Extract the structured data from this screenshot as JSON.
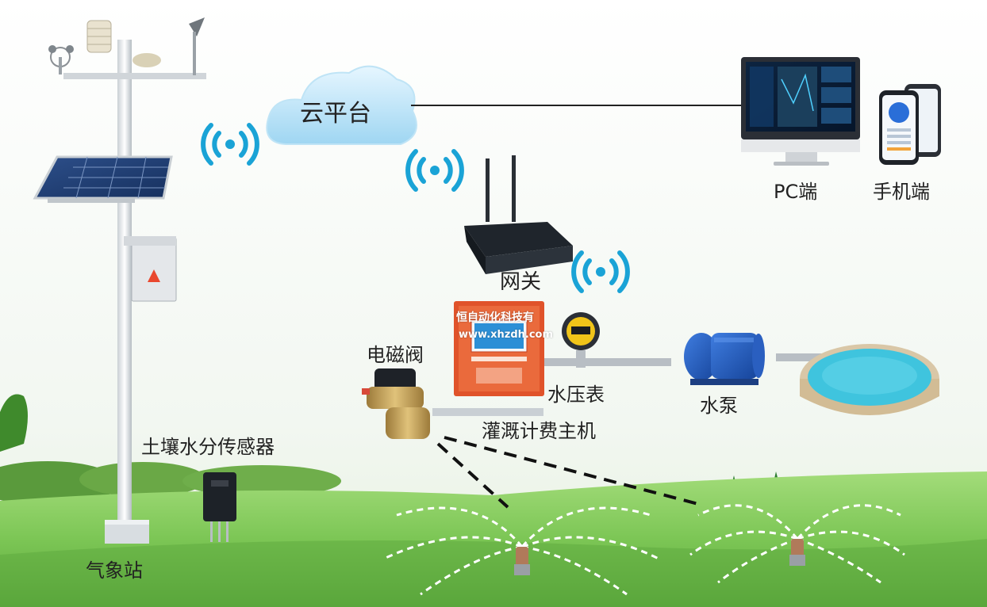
{
  "labels": {
    "cloud": "云平台",
    "pc": "PC端",
    "mobile": "手机端",
    "gateway": "网关",
    "solenoid_valve": "电磁阀",
    "pressure_gauge": "水压表",
    "controller": "灌溉计费主机",
    "pump": "水泵",
    "soil_sensor": "土壤水分传感器",
    "weather_station": "气象站"
  },
  "watermark": {
    "company": "恒自动化科技有",
    "url": "www.xhzdh.com"
  },
  "colors": {
    "sky": "#f4f8f4",
    "grass_light": "#8fd36a",
    "grass_dark": "#4f9e36",
    "signal_blue": "#1aa3d6",
    "cloud_blue": "#a9dcf5",
    "pool_water": "#3fc4de",
    "controller_red": "#e0532a"
  }
}
